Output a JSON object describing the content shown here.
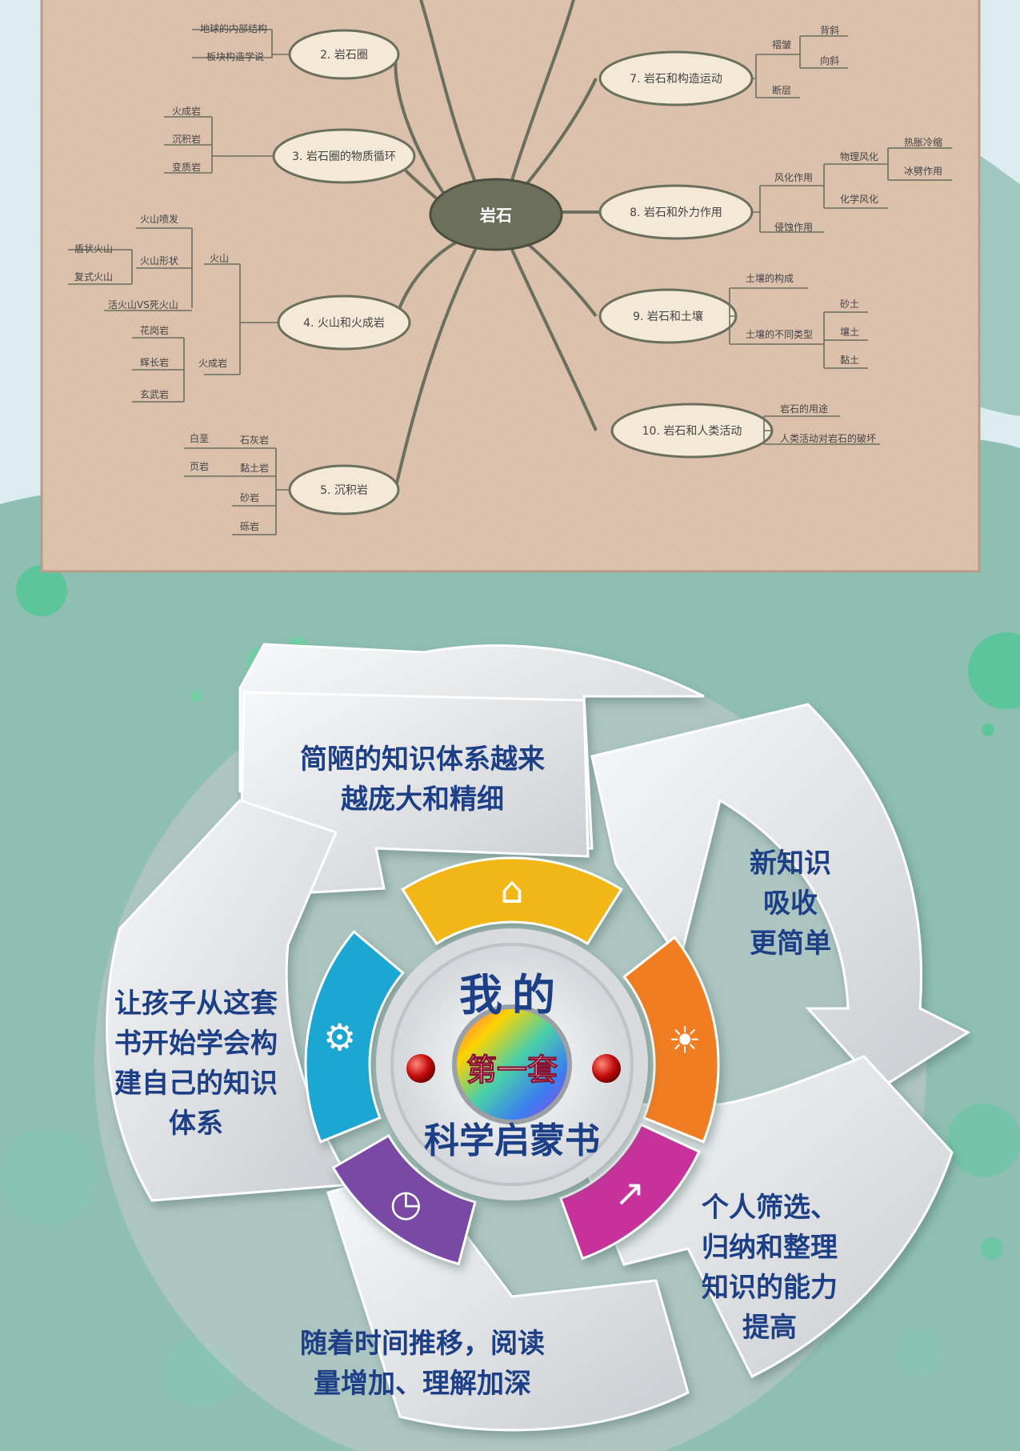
{
  "mindmap": {
    "center": "岩石",
    "topics": [
      {
        "id": "t2",
        "label": "2. 岩石圈",
        "leaves": [
          "地球的内部结构",
          "板块构造学说"
        ]
      },
      {
        "id": "t3",
        "label": "3. 岩石圈的物质循环",
        "leaves": [
          "火成岩",
          "沉积岩",
          "变质岩"
        ]
      },
      {
        "id": "t4",
        "label": "4. 火山和火成岩",
        "volcano": "火山",
        "volcano_children": [
          "火山喷发",
          "火山形状",
          "活火山VS死火山"
        ],
        "shapes": [
          "盾状火山",
          "复式火山"
        ],
        "igneous": "火成岩",
        "igneous_children": [
          "花岗岩",
          "辉长岩",
          "玄武岩"
        ]
      },
      {
        "id": "t5",
        "label": "5. 沉积岩",
        "leaves": [
          "石灰岩",
          "黏土岩",
          "砂岩",
          "砾岩"
        ],
        "sub_limestone": "白垩",
        "sub_clay": "页岩"
      },
      {
        "id": "t7",
        "label": "7. 岩石和构造运动",
        "fold": "褶皱",
        "fold_children": [
          "背斜",
          "向斜"
        ],
        "fault": "断层"
      },
      {
        "id": "t8",
        "label": "8. 岩石和外力作用",
        "weathering": "风化作用",
        "physical": "物理风化",
        "physical_children": [
          "热胀冷缩",
          "冰劈作用"
        ],
        "chemical": "化学风化",
        "erosion": "侵蚀作用"
      },
      {
        "id": "t9",
        "label": "9. 岩石和土壤",
        "leaves": [
          "土壤的构成",
          "土壤的不同类型"
        ],
        "soil_types": [
          "砂土",
          "壤土",
          "黏土"
        ]
      },
      {
        "id": "t10",
        "label": "10. 岩石和人类活动",
        "leaves": [
          "岩石的用途",
          "人类活动对岩石的破坏"
        ]
      }
    ]
  },
  "cycle": {
    "center_top": "我的",
    "center_badge": "第一套",
    "center_bottom": "科学启蒙书",
    "steps": [
      {
        "lines": [
          "简陋的知识体系越来",
          "越庞大和精细"
        ],
        "icon": "home-icon",
        "color": "#f2b712"
      },
      {
        "lines": [
          "新知识",
          "吸收",
          "更简单"
        ],
        "icon": "lightbulb-icon",
        "color": "#f07d22"
      },
      {
        "lines": [
          "个人筛选、",
          "归纳和整理",
          "知识的能力",
          "提高"
        ],
        "icon": "growth-chart-icon",
        "color": "#c7339a"
      },
      {
        "lines": [
          "随着时间推移，阅读",
          "量增加、理解加深"
        ],
        "icon": "clock-icon",
        "color": "#7a4aa6"
      },
      {
        "lines": [
          "让孩子从这套",
          "书开始学会构",
          "建自己的知识",
          "体系"
        ],
        "icon": "gears-icon",
        "color": "#1fa6d2"
      }
    ]
  }
}
